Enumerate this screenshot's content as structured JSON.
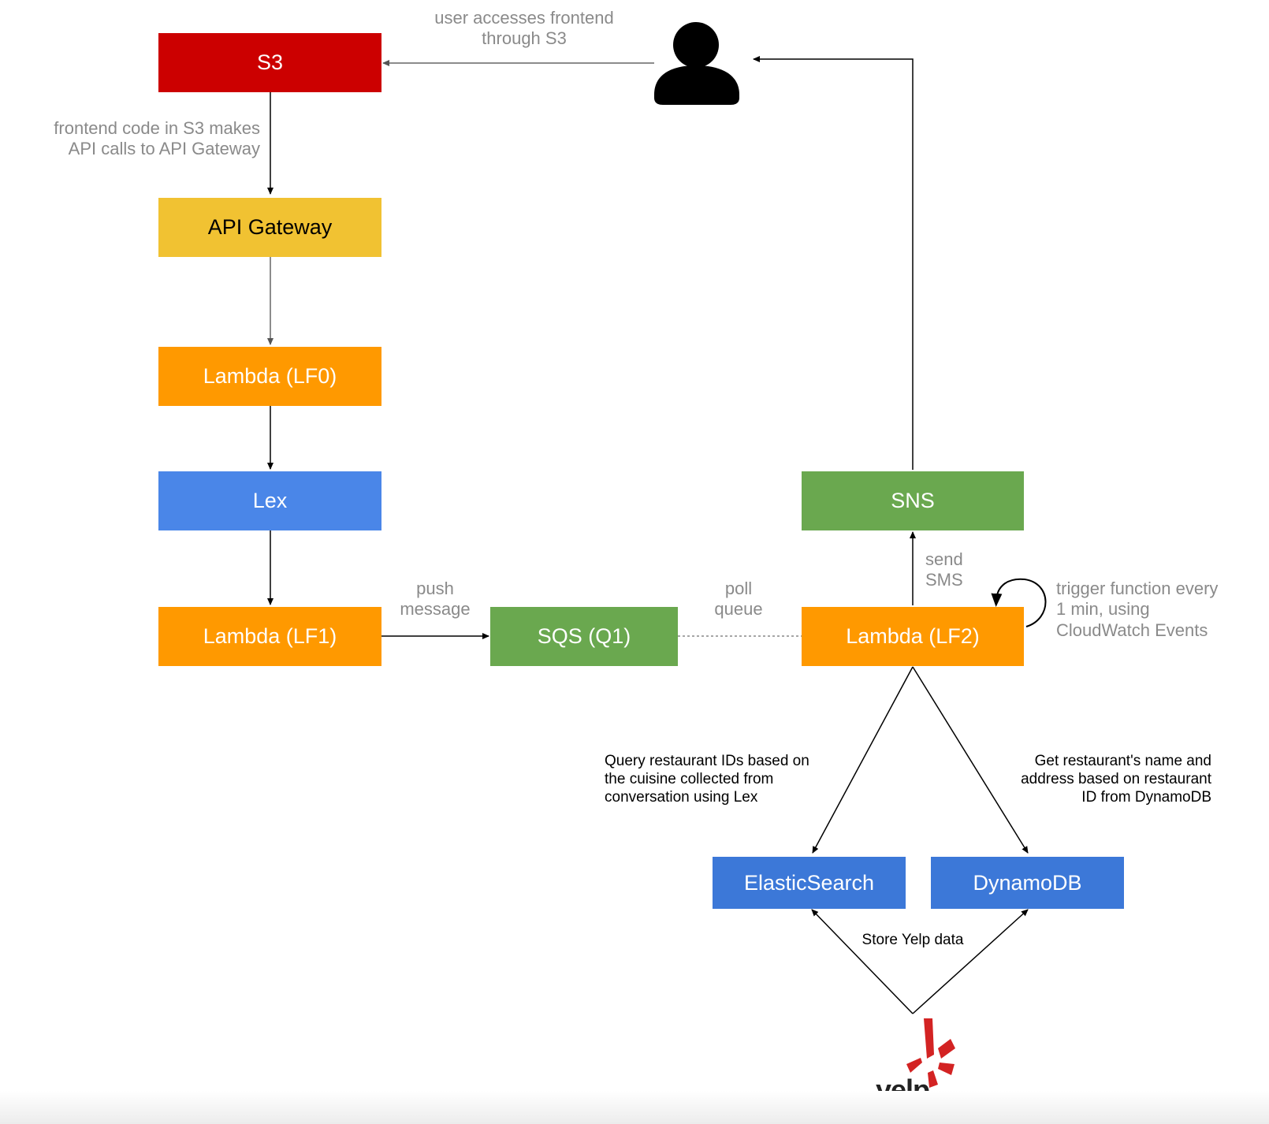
{
  "nodes": {
    "s3": {
      "label": "S3",
      "color": "#cc0000",
      "text_color": "#ffffff"
    },
    "api_gateway": {
      "label": "API Gateway",
      "color": "#f1c232",
      "text_color": "#000000"
    },
    "lambda_lf0": {
      "label": "Lambda (LF0)",
      "color": "#ff9900",
      "text_color": "#ffffff"
    },
    "lex": {
      "label": "Lex",
      "color": "#4a86e8",
      "text_color": "#ffffff"
    },
    "lambda_lf1": {
      "label": "Lambda (LF1)",
      "color": "#ff9900",
      "text_color": "#ffffff"
    },
    "sqs": {
      "label": "SQS (Q1)",
      "color": "#6aa84f",
      "text_color": "#ffffff"
    },
    "lambda_lf2": {
      "label": "Lambda (LF2)",
      "color": "#ff9900",
      "text_color": "#ffffff"
    },
    "sns": {
      "label": "SNS",
      "color": "#6aa84f",
      "text_color": "#ffffff"
    },
    "elasticsearch": {
      "label": "ElasticSearch",
      "color": "#3c78d8",
      "text_color": "#ffffff"
    },
    "dynamodb": {
      "label": "DynamoDB",
      "color": "#3c78d8",
      "text_color": "#ffffff"
    }
  },
  "edge_labels": {
    "user_to_s3": [
      "user accesses frontend",
      "through S3"
    ],
    "s3_to_api": [
      "frontend code in S3 makes",
      "API calls to API Gateway"
    ],
    "lf1_to_sqs": [
      "push",
      "message"
    ],
    "sqs_to_lf2": [
      "poll",
      "queue"
    ],
    "lf2_to_sns": [
      "send",
      "SMS"
    ],
    "lf2_trigger": [
      "trigger function every",
      "1 min, using",
      "CloudWatch Events"
    ],
    "lf2_to_es": [
      "Query restaurant IDs based on",
      "the cuisine collected from",
      "conversation using Lex"
    ],
    "lf2_to_ddb": [
      "Get restaurant's name and",
      "address based on restaurant",
      "ID from DynamoDB"
    ],
    "yelp_store": "Store Yelp data"
  },
  "user": {
    "icon": "person-icon"
  },
  "yelp": {
    "logo_text": "yelp",
    "icon": "yelp-burst-icon",
    "color": "#d32323"
  }
}
